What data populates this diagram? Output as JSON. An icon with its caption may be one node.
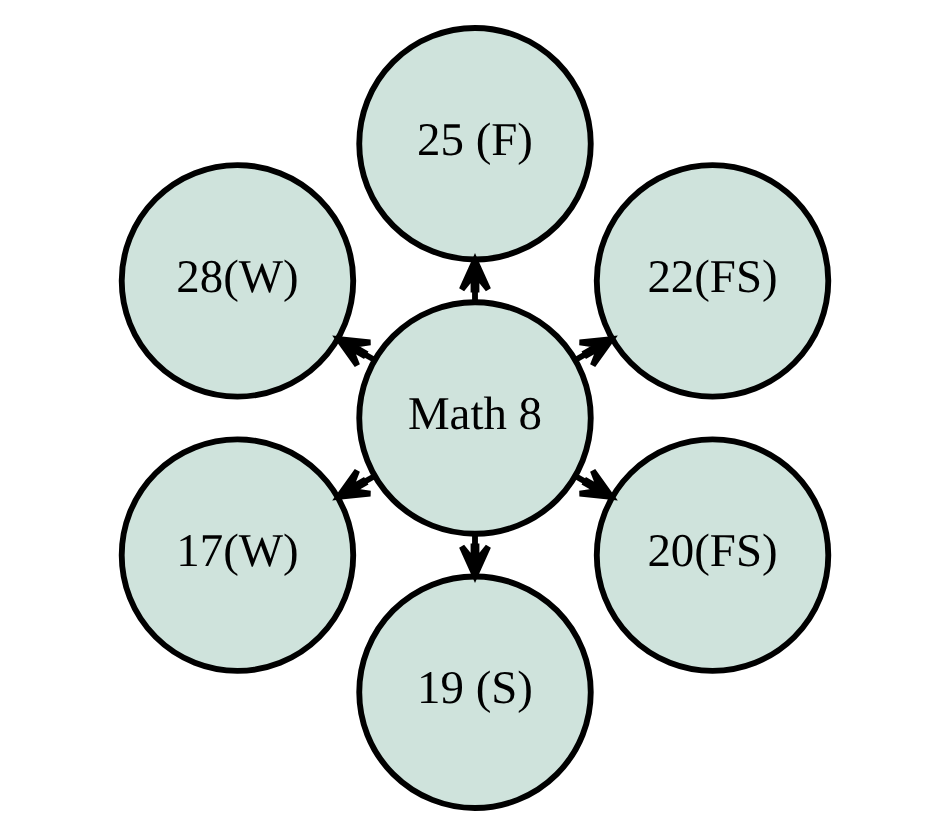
{
  "diagram": {
    "nodes": [
      {
        "text": [
          "22(FS)"
        ]
      },
      {
        "text": [
          "25 (F)"
        ]
      },
      {
        "text": [
          "28(W)"
        ]
      },
      {
        "text": [
          "Math 8"
        ]
      },
      {
        "text": [
          "17(W)"
        ]
      },
      {
        "text": [
          "19 (S)"
        ]
      },
      {
        "text": [
          "20(FS)"
        ]
      }
    ],
    "edges": [
      {
        "from": 3,
        "to": 0,
        "arrow": "to"
      },
      {
        "from": 3,
        "to": 1,
        "arrow": "to"
      },
      {
        "from": 3,
        "to": 2,
        "arrow": "to"
      },
      {
        "from": 3,
        "to": 4,
        "arrow": "to"
      },
      {
        "from": 3,
        "to": 5,
        "arrow": "to"
      },
      {
        "from": 3,
        "to": 6,
        "arrow": "to"
      }
    ]
  }
}
